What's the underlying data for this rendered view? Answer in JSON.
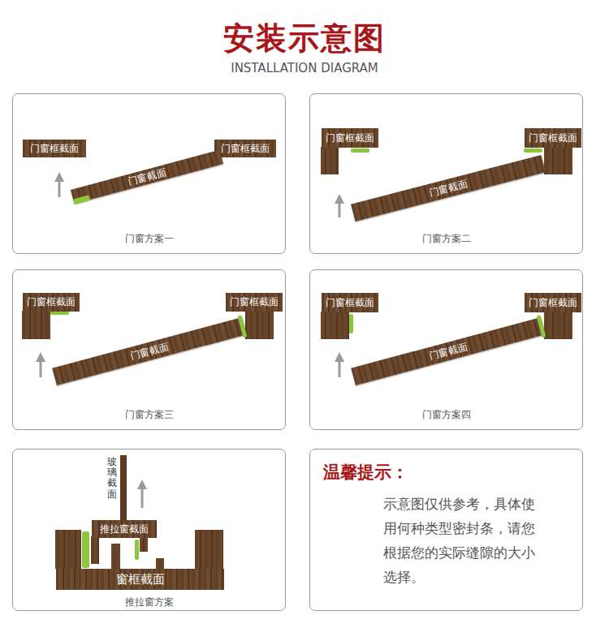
{
  "diagram": {
    "title": "安装示意图",
    "nodes": [
      {
        "text": [
          "门窗方案一"
        ]
      },
      {
        "text": [
          "门窗框截面"
        ],
        "in": 0
      },
      {
        "text": [
          "门窗框截面"
        ],
        "in": 0
      },
      {
        "text": [
          "门窗截面"
        ],
        "in": 0
      },
      {
        "text": [
          "门窗方案二"
        ]
      },
      {
        "text": [
          "门窗框截面"
        ],
        "in": 4
      },
      {
        "text": [
          "门窗框截面"
        ],
        "in": 4
      },
      {
        "text": [
          "门窗截面"
        ],
        "in": 4
      },
      {
        "text": [
          "门窗方案三"
        ]
      },
      {
        "text": [
          "门窗框截面"
        ],
        "in": 8
      },
      {
        "text": [
          "门窗框截面"
        ],
        "in": 8
      },
      {
        "text": [
          "门窗截面"
        ],
        "in": 8
      },
      {
        "text": [
          "门窗方案四"
        ]
      },
      {
        "text": [
          "门窗框截面"
        ],
        "in": 12
      },
      {
        "text": [
          "门窗框截面"
        ],
        "in": 12
      },
      {
        "text": [
          "门窗截面"
        ],
        "in": 12
      },
      {
        "text": [
          "推拉窗方案"
        ]
      },
      {
        "text": [
          "玻璃截面"
        ],
        "in": 16
      },
      {
        "text": [
          "推拉窗截面"
        ],
        "in": 16
      },
      {
        "text": [
          "窗框截面"
        ],
        "in": 16
      },
      {
        "text": [
          "温馨提示：",
          "示意图仅供参考，具体使用何种类型密封条，请您根据您的实际缝隙的大小选择。"
        ]
      }
    ],
    "labels": [
      "INSTALLATION DIAGRAM"
    ]
  }
}
